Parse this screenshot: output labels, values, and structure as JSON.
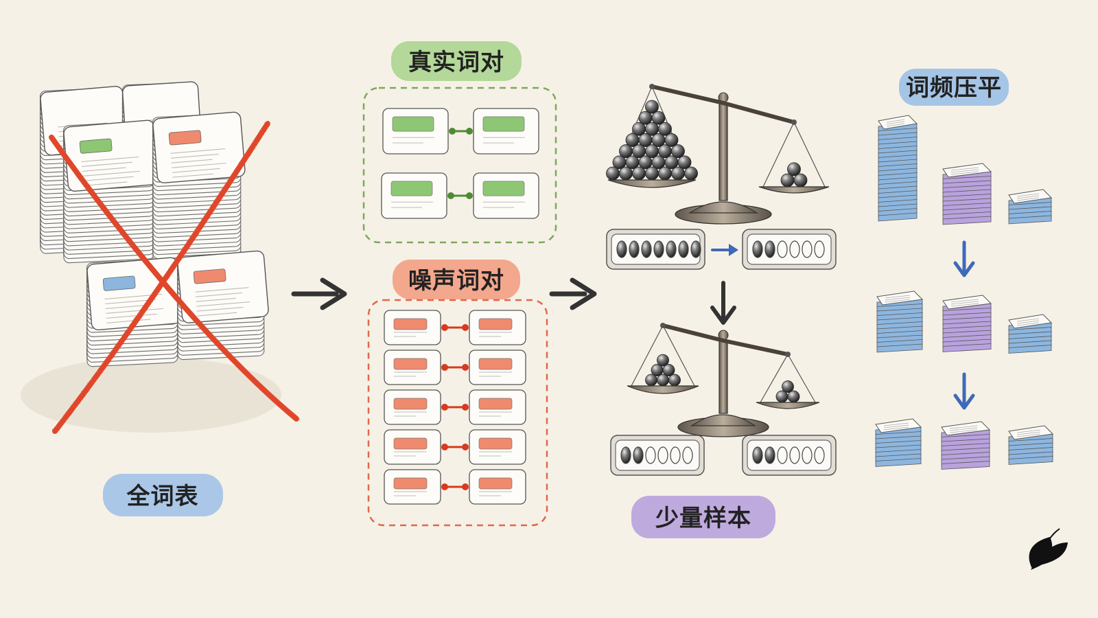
{
  "labels": {
    "vocab": "全词表",
    "true_pairs": "真实词对",
    "noise_pairs": "噪声词对",
    "few_samples": "少量样本",
    "freq_flatten": "词频压平"
  },
  "colors": {
    "background": "#f6f1e6",
    "green": "#8dc774",
    "red_orange": "#f08a6e",
    "blue": "#8db6df",
    "purple": "#b9a2dd",
    "cross": "#e0472c",
    "dark": "#333333"
  },
  "counters": {
    "top_left": {
      "filled": 7,
      "total": 7
    },
    "top_right": {
      "filled": 2,
      "total": 6
    },
    "bottom_left": {
      "filled": 2,
      "total": 6
    },
    "bottom_right": {
      "filled": 2,
      "total": 6
    }
  },
  "icons": [
    "cross-mark-icon",
    "arrow-right-icon",
    "arrow-down-icon",
    "balance-scale-icon",
    "butterfly-logo-icon"
  ]
}
